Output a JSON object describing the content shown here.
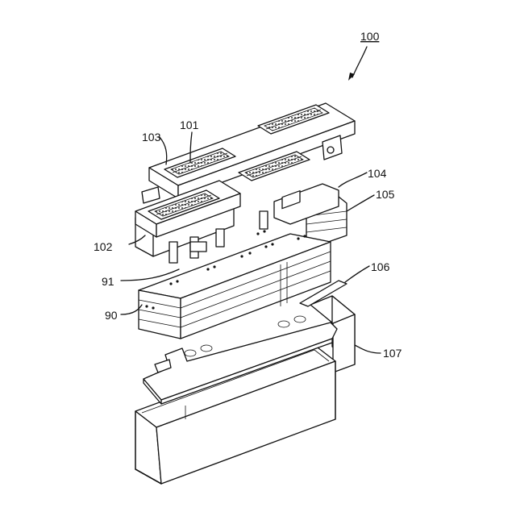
{
  "labels": {
    "assembly": "100",
    "slot_block": "101",
    "left_holder": "102",
    "top_frame": "103",
    "right_holder": "104",
    "stack_right": "105",
    "top_plate": "106",
    "bottom_case": "107",
    "substrate_stack": "90",
    "substrate_edge": "91"
  },
  "colors": {
    "line": "#111111",
    "background": "#ffffff",
    "slot_fill": "#9a9a9a"
  }
}
